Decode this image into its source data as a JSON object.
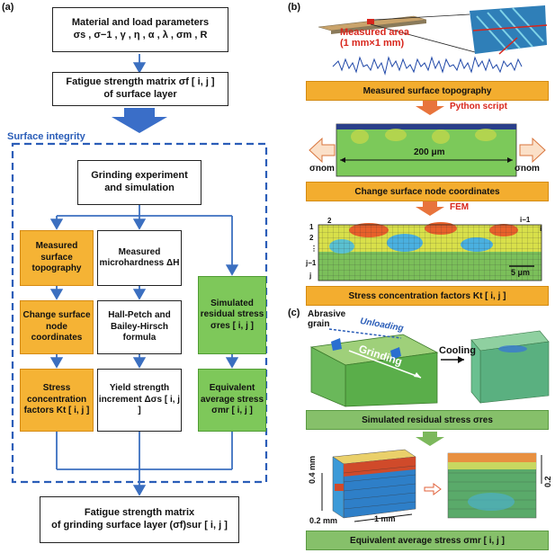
{
  "panel_labels": {
    "a": "(a)",
    "b": "(b)",
    "c": "(c)"
  },
  "left": {
    "top_box": {
      "line1": "Material and load parameters",
      "line2": "σs , σ−1 , γ , η , α , λ , σm , R"
    },
    "matrix_box": {
      "line1": "Fatigue strength matrix σf [ i, j ]",
      "line2": "of surface layer"
    },
    "surface_integrity": "Surface integrity",
    "grind_box": {
      "line1": "Grinding experiment",
      "line2": "and simulation"
    },
    "col1": {
      "b1": "Measured surface topography",
      "b2": "Change surface node coordinates",
      "b3": "Stress concentration factors Kt [ i, j ]"
    },
    "col2": {
      "b1": "Measured microhardness ΔH",
      "b2": "Hall-Petch and Bailey-Hirsch formula",
      "b3": "Yield strength increment Δσs [ i, j ]"
    },
    "col3": {
      "b1": "Simulated residual stress σres [ i, j ]",
      "b2": "Equivalent average stress σmr [ i, j ]"
    },
    "bottom_box": {
      "line1": "Fatigue strength matrix",
      "line2": "of grinding surface layer (σf)sur [ i, j ]"
    }
  },
  "right_b": {
    "measured_area": "Measured area",
    "measured_area2": "(1 mm×1 mm)",
    "bar1": "Measured surface topography",
    "python": "Python script",
    "sigma_nom_left": "σnom",
    "sigma_nom_right": "σnom",
    "width": "200 μm",
    "bar2": "Change surface node coordinates",
    "fem": "FEM",
    "grid_labels": {
      "one": "1",
      "two": "2",
      "two_top": "2",
      "dots": "⋮",
      "jm1": "j−1",
      "j": "j",
      "im1": "i−1",
      "i": "i"
    },
    "scale": "5 μm",
    "bar3": "Stress concentration factors Kt [ i, j ]"
  },
  "right_c": {
    "abrasive": "Abrasive",
    "grain": "grain",
    "unloading": "Unloading",
    "grinding": "Grinding",
    "cooling": "Cooling",
    "bar4": "Simulated residual stress σres",
    "dim_04": "0.4 mm",
    "dim_02a": "0.2 mm",
    "dim_1": "1 mm",
    "dim_02b": "0.2 mm",
    "bar5": "Equivalent average stress σmr [ i, j ]"
  },
  "colors": {
    "orange": "#f5b335",
    "green": "#7ec85a",
    "blue": "#2f6fc4",
    "red": "#d8261c"
  }
}
